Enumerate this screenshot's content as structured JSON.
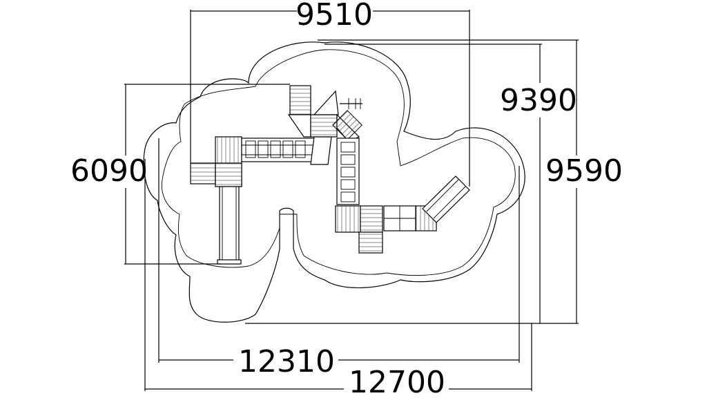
{
  "dimensions": {
    "top_width": "9510",
    "right_inner_height": "9390",
    "right_outer_height": "9590",
    "left_height": "6090",
    "bottom_inner_width": "12310",
    "bottom_outer_width": "12700"
  },
  "colors": {
    "line": "#000000",
    "background": "#ffffff"
  }
}
